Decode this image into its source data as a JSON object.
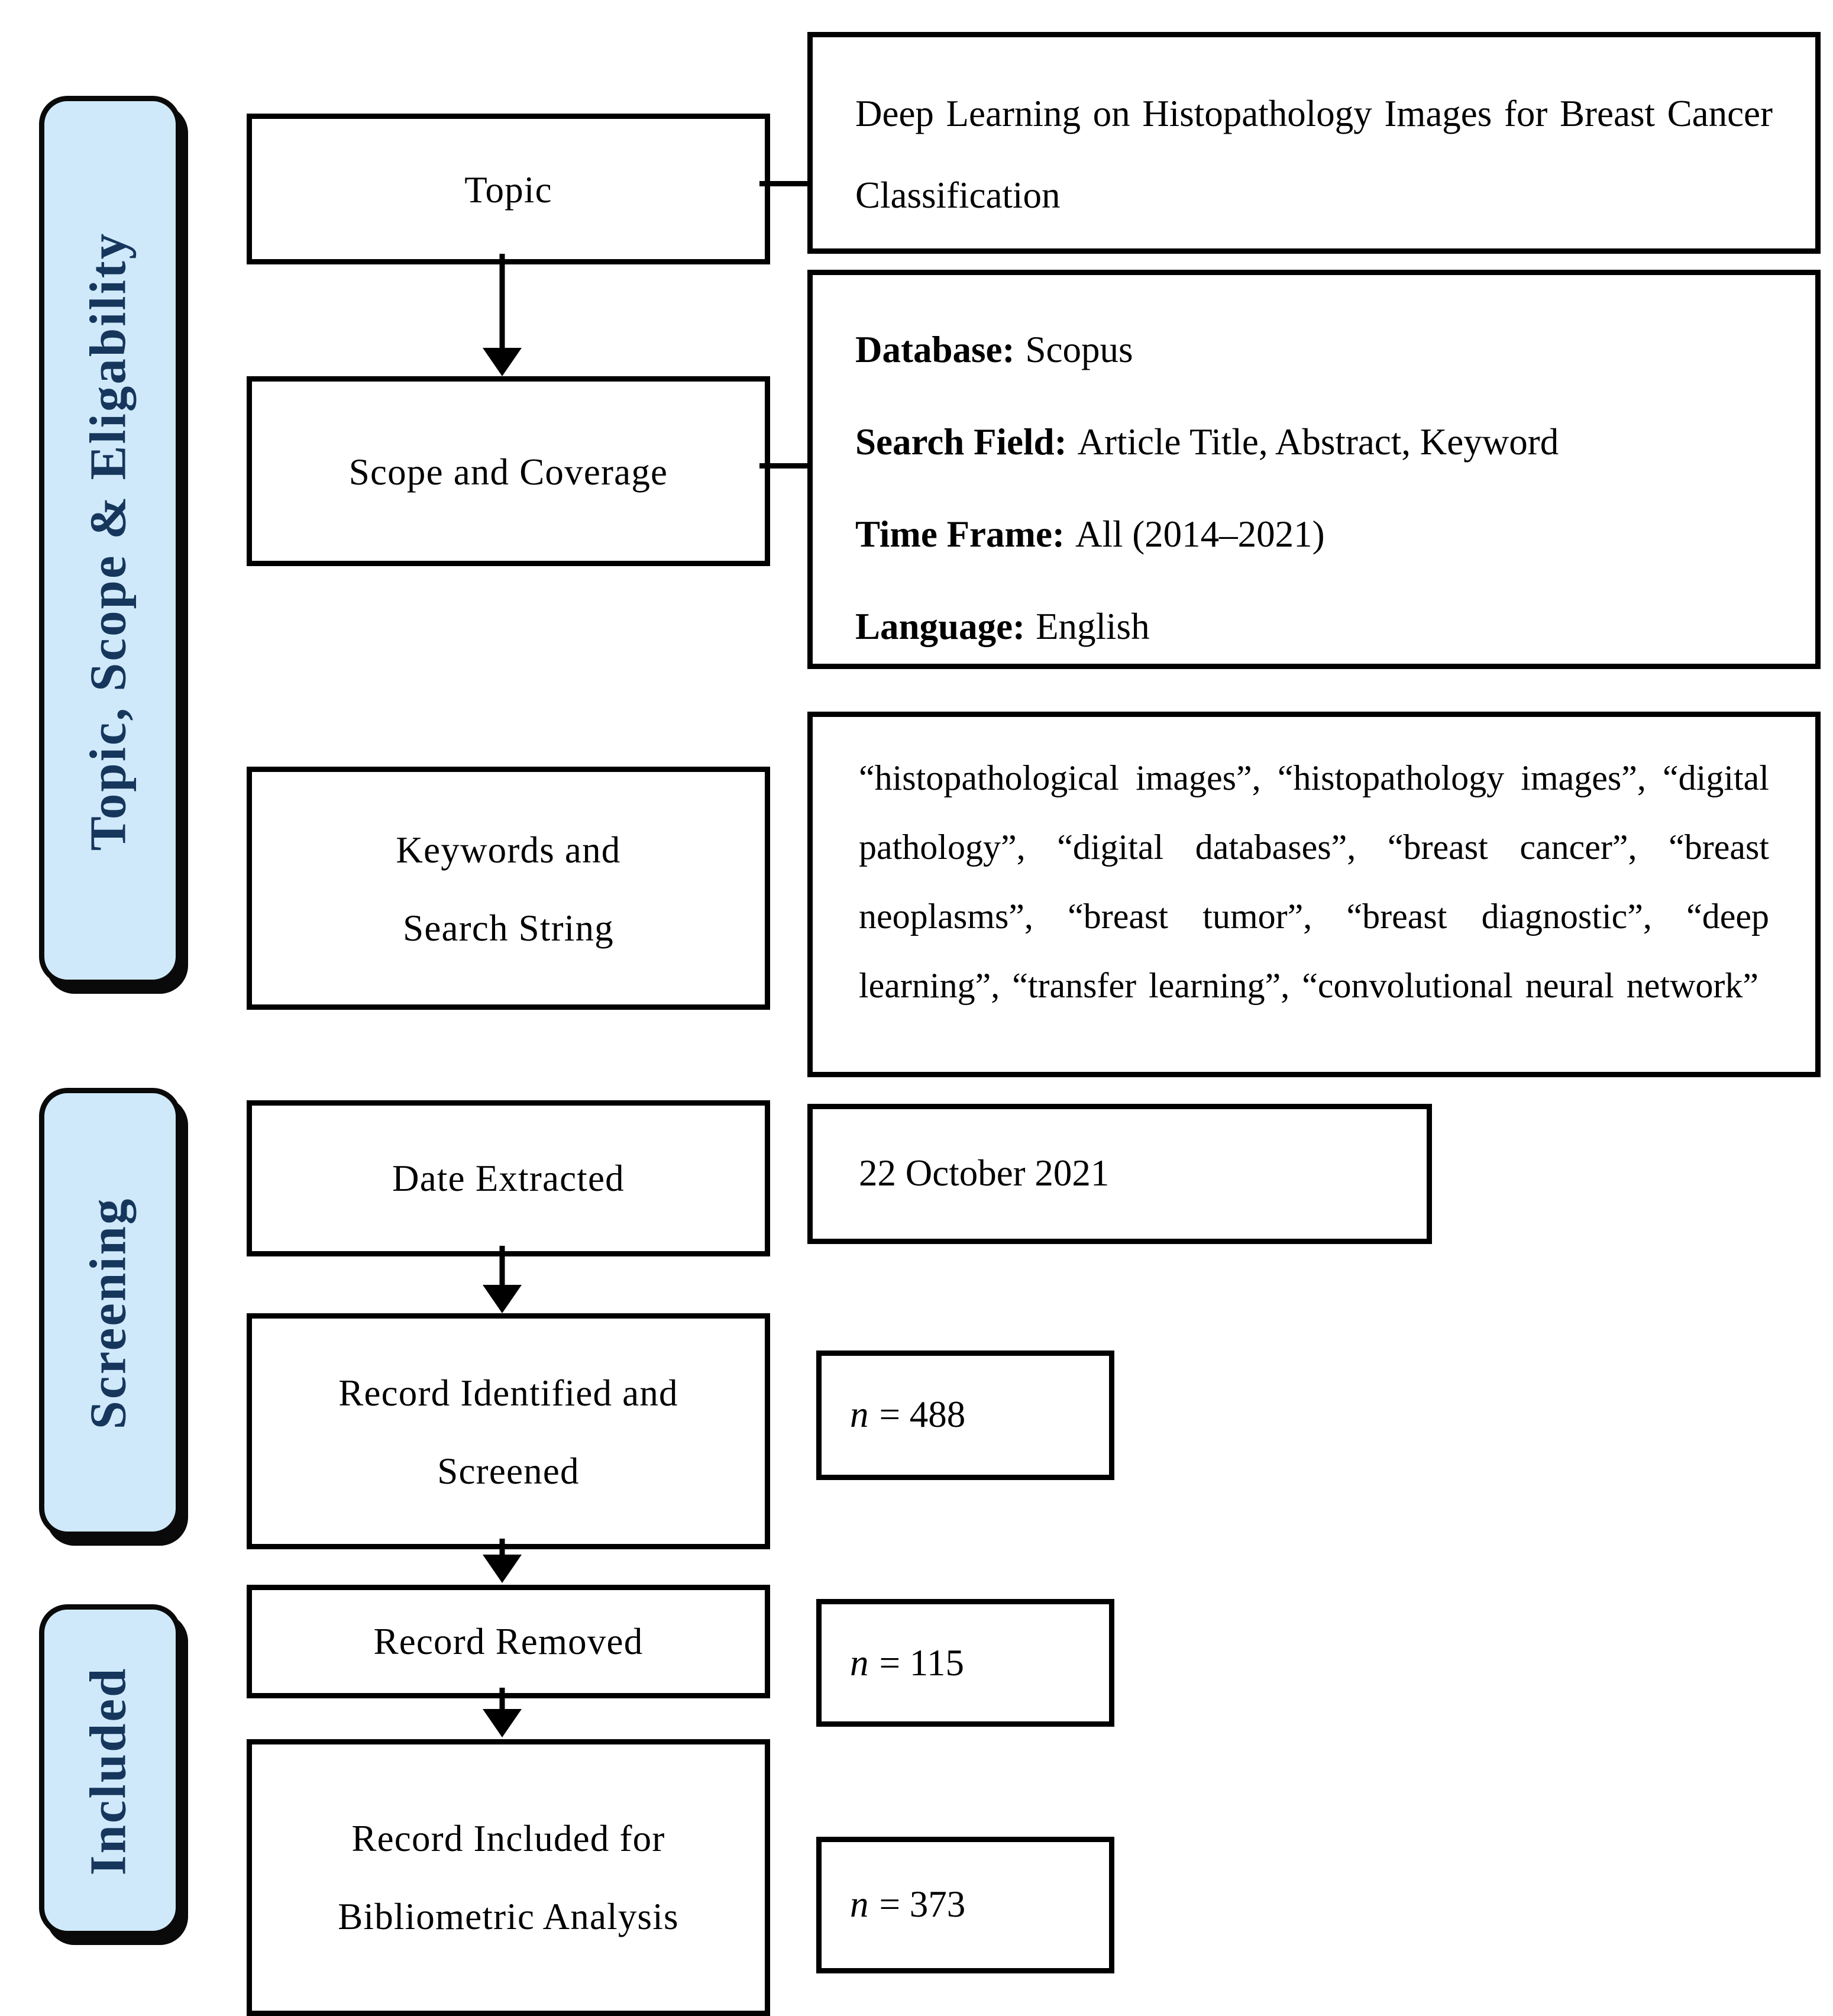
{
  "meta": {
    "accent_fill": "#cfe9fb",
    "accent_text": "#16365c",
    "line_color": "#000000"
  },
  "sidebar": {
    "sections": [
      {
        "label": "Topic, Scope & Eligability"
      },
      {
        "label": "Screening"
      },
      {
        "label": "Included"
      }
    ]
  },
  "flow": {
    "topic": {
      "label": "Topic"
    },
    "scope": {
      "label": "Scope and Coverage"
    },
    "keywords": {
      "line1": "Keywords and",
      "line2": "Search String"
    },
    "date": {
      "label": "Date Extracted"
    },
    "identified": {
      "line1": "Record Identified and",
      "line2": "Screened"
    },
    "removed": {
      "label": "Record Removed"
    },
    "included": {
      "line1": "Record Included for",
      "line2": "Bibliometric Analysis"
    }
  },
  "details": {
    "topic_detail": "Deep Learning on Histopathology Images for Breast Cancer Classification",
    "scope_detail": [
      {
        "label": "Database:",
        "value": "Scopus"
      },
      {
        "label": "Search Field:",
        "value": "Article Title, Abstract, Keyword"
      },
      {
        "label": "Time Frame:",
        "value": "All (2014–2021)"
      },
      {
        "label": "Language:",
        "value": "English"
      }
    ],
    "keywords_detail": "“histopathological images”, “histopathology images”, “digital pathology”, “digital databases”, “breast cancer”, “breast neoplasms”, “breast tumor”, “breast diagnostic”, “deep learning”, “transfer learning”, “convolutional neural network”",
    "date_detail": "22 October 2021",
    "identified_n": {
      "var": "n",
      "value": "= 488"
    },
    "removed_n": {
      "var": "n",
      "value": "= 115"
    },
    "included_n": {
      "var": "n",
      "value": "= 373"
    }
  }
}
